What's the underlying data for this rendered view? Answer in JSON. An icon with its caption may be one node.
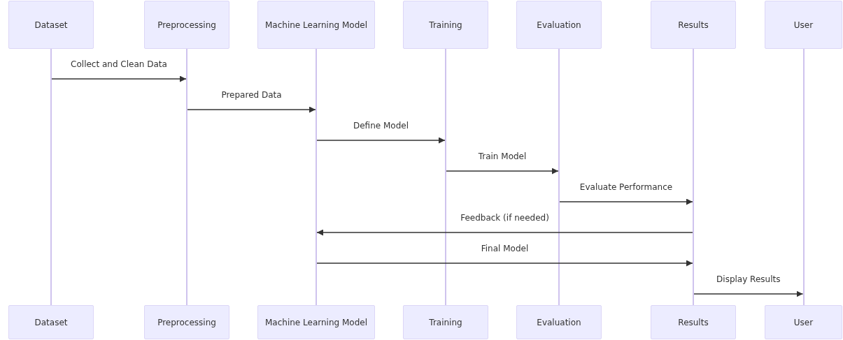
{
  "diagram": {
    "nodes": [
      {
        "text": [
          "Dataset"
        ]
      },
      {
        "text": [
          "Preprocessing"
        ]
      },
      {
        "text": [
          "Machine Learning Model"
        ]
      },
      {
        "text": [
          "Training"
        ]
      },
      {
        "text": [
          "Evaluation"
        ]
      },
      {
        "text": [
          "Results"
        ]
      },
      {
        "text": [
          "User"
        ]
      },
      {
        "text": [],
        "shape": "line"
      },
      {
        "text": [],
        "shape": "line"
      },
      {
        "text": [],
        "shape": "line"
      },
      {
        "text": [],
        "shape": "line"
      },
      {
        "text": [],
        "shape": "line"
      },
      {
        "text": [],
        "shape": "line"
      },
      {
        "text": [],
        "shape": "line"
      },
      {
        "text": [
          "Dataset"
        ]
      },
      {
        "text": [
          "Preprocessing"
        ]
      },
      {
        "text": [
          "Machine Learning Model"
        ]
      },
      {
        "text": [
          "Training"
        ]
      },
      {
        "text": [
          "Evaluation"
        ]
      },
      {
        "text": [
          "Results"
        ]
      },
      {
        "text": [
          "User"
        ]
      }
    ],
    "edges": [
      {
        "from": 7,
        "to": 8,
        "arrow": "to",
        "label": "Collect and Clean Data"
      },
      {
        "from": 8,
        "to": 9,
        "arrow": "to",
        "label": "Prepared Data"
      },
      {
        "from": 9,
        "to": 10,
        "arrow": "to",
        "label": "Define Model"
      },
      {
        "from": 10,
        "to": 11,
        "arrow": "to",
        "label": "Train Model"
      },
      {
        "from": 11,
        "to": 12,
        "arrow": "to",
        "label": "Evaluate Performance"
      },
      {
        "from": 12,
        "to": 9,
        "arrow": "to",
        "label": "Feedback (if needed)"
      },
      {
        "from": 9,
        "to": 12,
        "arrow": "to",
        "label": "Final Model"
      },
      {
        "from": 12,
        "to": 13,
        "arrow": "to",
        "label": "Display Results"
      }
    ]
  }
}
